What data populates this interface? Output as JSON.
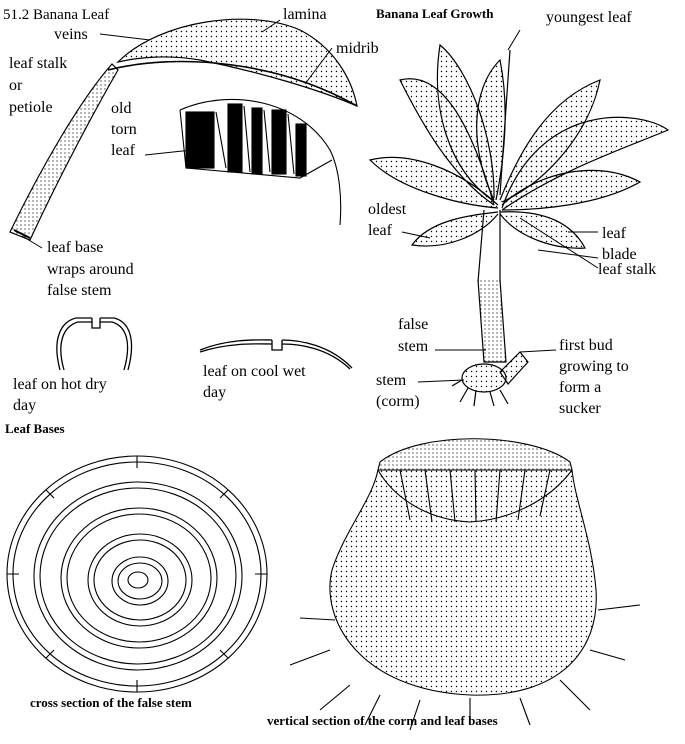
{
  "titles": {
    "fig": "51.2  Banana Leaf",
    "growth": "Banana Leaf Growth",
    "bases": "Leaf Bases",
    "cross": "cross section of the false stem",
    "vertical": "vertical section of the corm and leaf bases"
  },
  "labels": {
    "lamina": "lamina",
    "veins": "veins",
    "midrib": "midrib",
    "stalk1": "leaf stalk",
    "stalk2": "or",
    "stalk3": "petiole",
    "old1": "old",
    "old2": "torn",
    "old3": "leaf",
    "base1": "leaf base",
    "base2": "wraps around",
    "base3": "false stem",
    "hot1": "leaf on hot dry",
    "hot2": "day",
    "cool1": "leaf on cool wet",
    "cool2": "day",
    "youngest": "youngest leaf",
    "oldest1": "oldest",
    "oldest2": "leaf",
    "blade1": "leaf",
    "blade2": "blade",
    "lstalk": "leaf stalk",
    "false1": "false",
    "false2": "stem",
    "stem1": "stem",
    "stem2": "(corm)",
    "bud1": "first bud",
    "bud2": "growing to",
    "bud3": "form a",
    "bud4": "sucker"
  }
}
